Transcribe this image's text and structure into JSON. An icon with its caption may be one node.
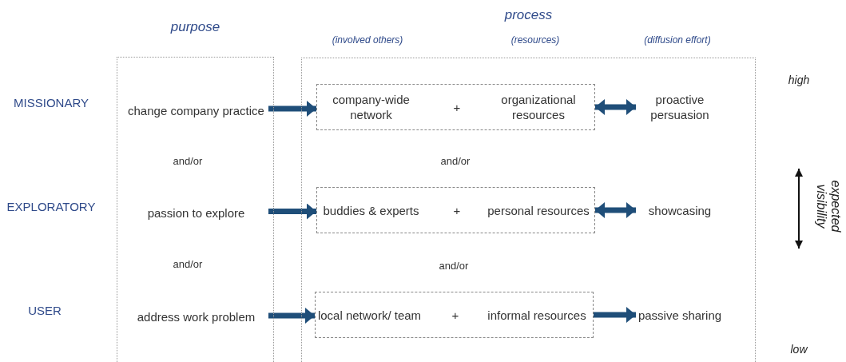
{
  "diagram": {
    "nodes": [
      {
        "text": [
          "purpose"
        ]
      },
      {
        "text": [
          "change company practice"
        ],
        "in": 0
      },
      {
        "text": [
          "passion to explore"
        ],
        "in": 0
      },
      {
        "text": [
          "address work problem"
        ],
        "in": 0
      },
      {
        "text": [
          "process"
        ]
      },
      {
        "text": [
          "company-wide network",
          "+",
          "organizational resources"
        ],
        "in": 4
      },
      {
        "text": [
          "proactive persuasion"
        ],
        "in": 4
      },
      {
        "text": [
          "buddies & experts",
          "+",
          "personal resources"
        ],
        "in": 4
      },
      {
        "text": [
          "showcasing"
        ],
        "in": 4
      },
      {
        "text": [
          "local network/ team",
          "+",
          "informal resources"
        ],
        "in": 4
      },
      {
        "text": [
          "passive sharing"
        ],
        "in": 4
      }
    ],
    "edges": [
      {
        "from": 1,
        "to": 5,
        "arrow": "to"
      },
      {
        "from": 5,
        "to": 6,
        "arrow": "both"
      },
      {
        "from": 2,
        "to": 7,
        "arrow": "to"
      },
      {
        "from": 7,
        "to": 8,
        "arrow": "both"
      },
      {
        "from": 3,
        "to": 9,
        "arrow": "to"
      },
      {
        "from": 9,
        "to": 10,
        "arrow": "to"
      }
    ],
    "labels": [
      "(involved others)",
      "(resources)",
      "(diffusion effort)",
      "MISSIONARY",
      "high",
      "and/or",
      "and/or",
      "EXPLORATORY",
      "expected visibility",
      "and/or",
      "and/or",
      "USER",
      "low"
    ]
  }
}
